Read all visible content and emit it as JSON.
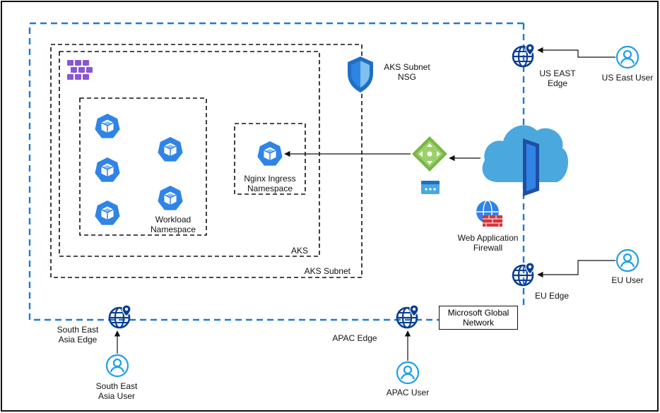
{
  "labels": {
    "aks_subnet_nsg": "AKS Subnet\nNSG",
    "us_east_edge": "US EAST\nEdge",
    "us_east_user": "US East User",
    "nginx_ns": "Nginx Ingress\nNamespace",
    "workload_ns": "Workload\nNamespace",
    "aks": "AKS",
    "aks_subnet": "AKS Subnet",
    "waf": "Web Application\nFirewall",
    "eu_edge": "EU Edge",
    "eu_user": "EU User",
    "microsoft_global_network": "Microsoft Global\nNetwork",
    "sea_edge": "South East\nAsia Edge",
    "sea_user": "South East\nAsia User",
    "apac_edge": "APAC Edge",
    "apac_user": "APAC User"
  },
  "colors": {
    "network_dash": "#1f7bd4",
    "azure_blue": "#2f84e6",
    "edge_blue": "#0b3d91",
    "user_blue": "#1e9fe6",
    "cloud_blue": "#4aa8df",
    "aks_purple": "#8a55d8",
    "gateway_green": "#7ab648",
    "waf_red": "#d9343b"
  },
  "icons": {
    "kubernetes_pod": "kubernetes-pod-icon",
    "aks_cluster": "aks-cluster-icon",
    "nsg_shield": "shield-icon",
    "globe_edge": "globe-location-icon",
    "user": "user-icon",
    "front_door": "front-door-cloud-icon",
    "app_gateway": "application-gateway-icon",
    "waf": "web-application-firewall-icon"
  }
}
